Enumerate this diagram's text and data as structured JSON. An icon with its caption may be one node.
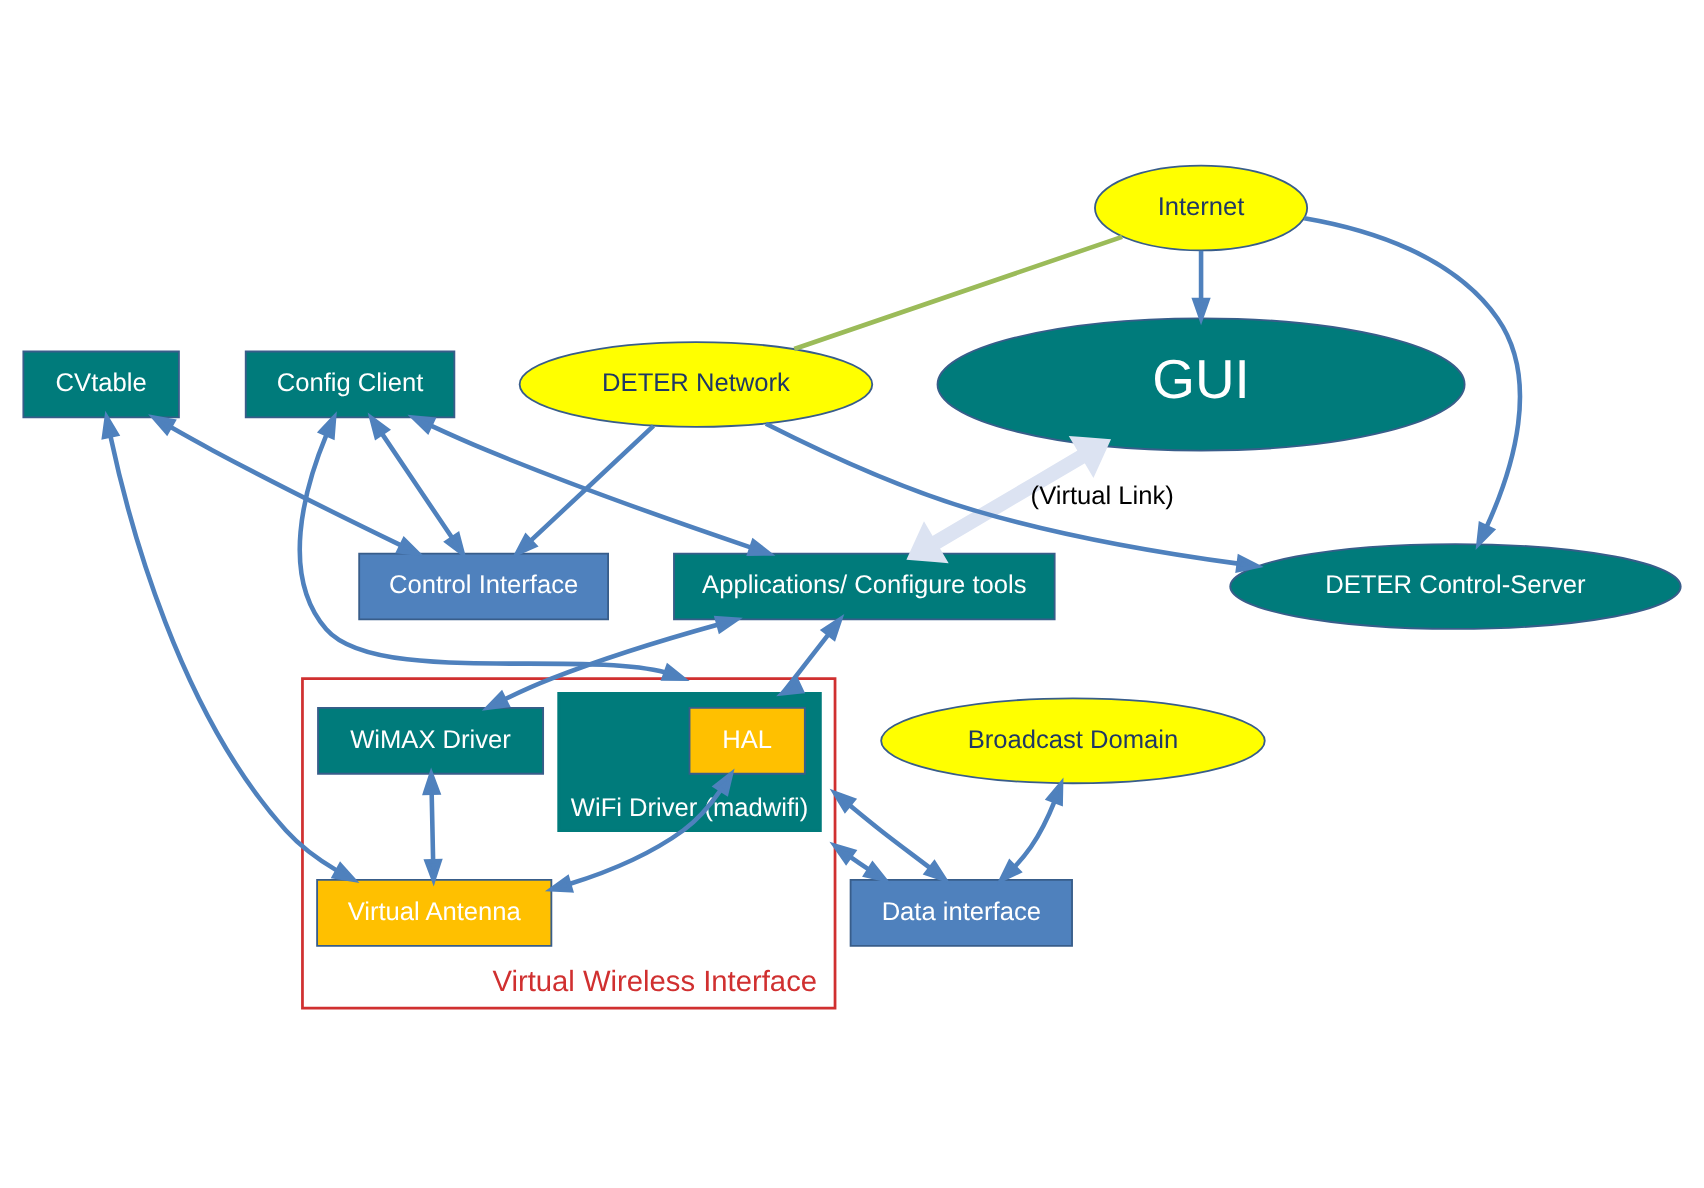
{
  "diagram": {
    "nodes": [
      {
        "text": [
          "GUI"
        ]
      },
      {
        "text": [
          "Internet"
        ]
      },
      {
        "text": [
          "Config Client"
        ]
      },
      {
        "text": [
          "Applications/ Configure tools"
        ]
      },
      {
        "text": [
          "Virtual Wireless Interface"
        ]
      },
      {
        "text": [
          "WiFi Driver (madwifi)"
        ],
        "in": 4
      },
      {
        "text": [
          "HAL"
        ],
        "in": 5
      },
      {
        "text": [
          "WiMAX Driver"
        ],
        "in": 4
      },
      {
        "text": [
          "Virtual Antenna"
        ],
        "in": 4
      },
      {
        "text": [
          "DETER Control-Server"
        ]
      },
      {
        "text": [
          "CVtable"
        ]
      },
      {
        "text": [
          "Broadcast Domain"
        ]
      },
      {
        "text": [
          "DETER Network"
        ]
      },
      {
        "text": [
          "Data interface"
        ]
      },
      {
        "text": [
          "Control Interface"
        ]
      }
    ],
    "edges": [
      {
        "from": 0,
        "to": 3,
        "arrow": "both",
        "label": "(Virtual Link)",
        "style": "thick",
        "color": "#dce3f2"
      },
      {
        "from": 2,
        "to": 3,
        "arrow": "both"
      },
      {
        "from": 3,
        "to": 5,
        "arrow": "both"
      },
      {
        "from": 3,
        "to": 7,
        "arrow": "both"
      },
      {
        "from": 2,
        "to": 4,
        "arrow": "both"
      },
      {
        "from": 6,
        "to": 8,
        "arrow": "both"
      },
      {
        "from": 7,
        "to": 8,
        "arrow": "both"
      },
      {
        "from": 10,
        "to": 8,
        "arrow": "both"
      },
      {
        "from": 4,
        "to": 13,
        "arrow": "both"
      },
      {
        "from": 4,
        "to": 13,
        "arrow": "both"
      },
      {
        "from": 1,
        "to": 0,
        "arrow": "to"
      },
      {
        "from": 1,
        "to": 9,
        "arrow": "to"
      },
      {
        "from": 1,
        "to": 12,
        "arrow": "none",
        "color": "#9bbb59"
      },
      {
        "from": 12,
        "to": 9,
        "arrow": "to"
      },
      {
        "from": 12,
        "to": 14,
        "arrow": "to"
      },
      {
        "from": 11,
        "to": 13,
        "arrow": "both"
      },
      {
        "from": 2,
        "to": 14,
        "arrow": "both"
      },
      {
        "from": 10,
        "to": 14,
        "arrow": "both"
      }
    ]
  }
}
